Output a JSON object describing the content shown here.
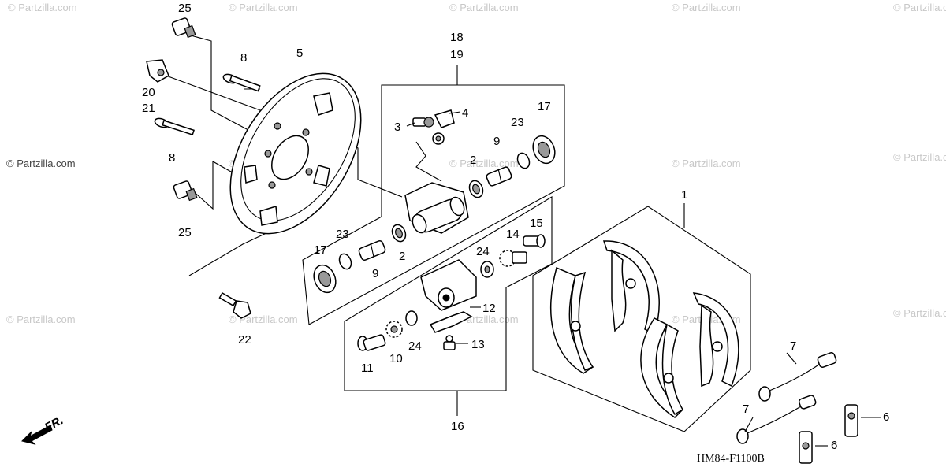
{
  "watermark": "© Partzilla.com",
  "diagram_code": "HM84-F1100B",
  "front_label": "FR.",
  "parts": {
    "p1": "1",
    "p2": "2",
    "p3": "3",
    "p4": "4",
    "p5": "5",
    "p6": "6",
    "p7": "7",
    "p8": "8",
    "p9": "9",
    "p10": "10",
    "p11": "11",
    "p12": "12",
    "p13": "13",
    "p14": "14",
    "p15": "15",
    "p16": "16",
    "p17": "17",
    "p18": "18",
    "p19": "19",
    "p20": "20",
    "p21": "21",
    "p22": "22",
    "p23": "23",
    "p24": "24",
    "p25": "25"
  }
}
